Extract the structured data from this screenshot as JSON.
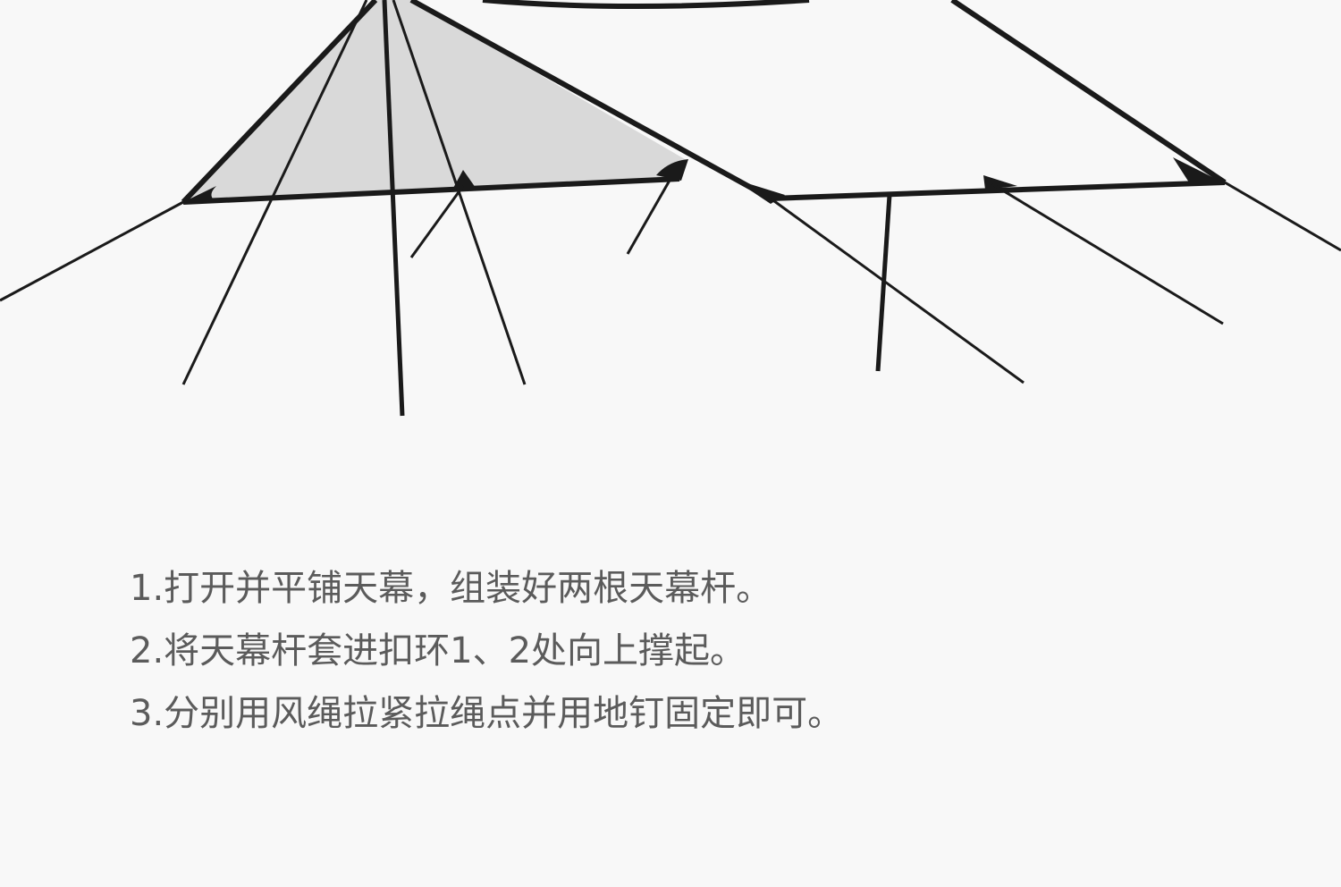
{
  "diagram": {
    "stroke_color": "#1a1a1a",
    "fill_color": "#d9d9d9",
    "background": "#f8f8f8"
  },
  "instructions": {
    "steps": [
      "1.打开并平铺天幕，组装好两根天幕杆。",
      "2.将天幕杆套进扣环1、2处向上撑起。",
      "3.分别用风绳拉紧拉绳点并用地钉固定即可。"
    ],
    "text_color": "#5b5b5b"
  }
}
